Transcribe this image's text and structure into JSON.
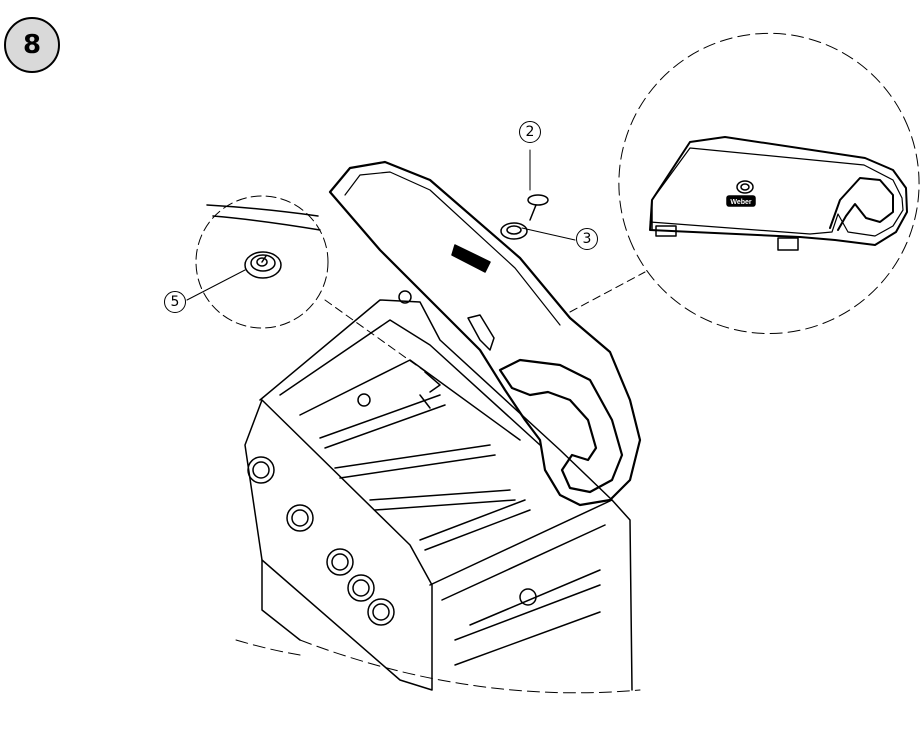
{
  "step": {
    "number": "8"
  },
  "callouts": [
    {
      "id": "part-2",
      "label": "2"
    },
    {
      "id": "part-3",
      "label": "3"
    },
    {
      "id": "part-5",
      "label": "5"
    }
  ],
  "lid_logo": {
    "text": "Weber"
  },
  "colors": {
    "line": "#000000",
    "badge_fill": "#d9d9d9",
    "background": "#ffffff"
  }
}
